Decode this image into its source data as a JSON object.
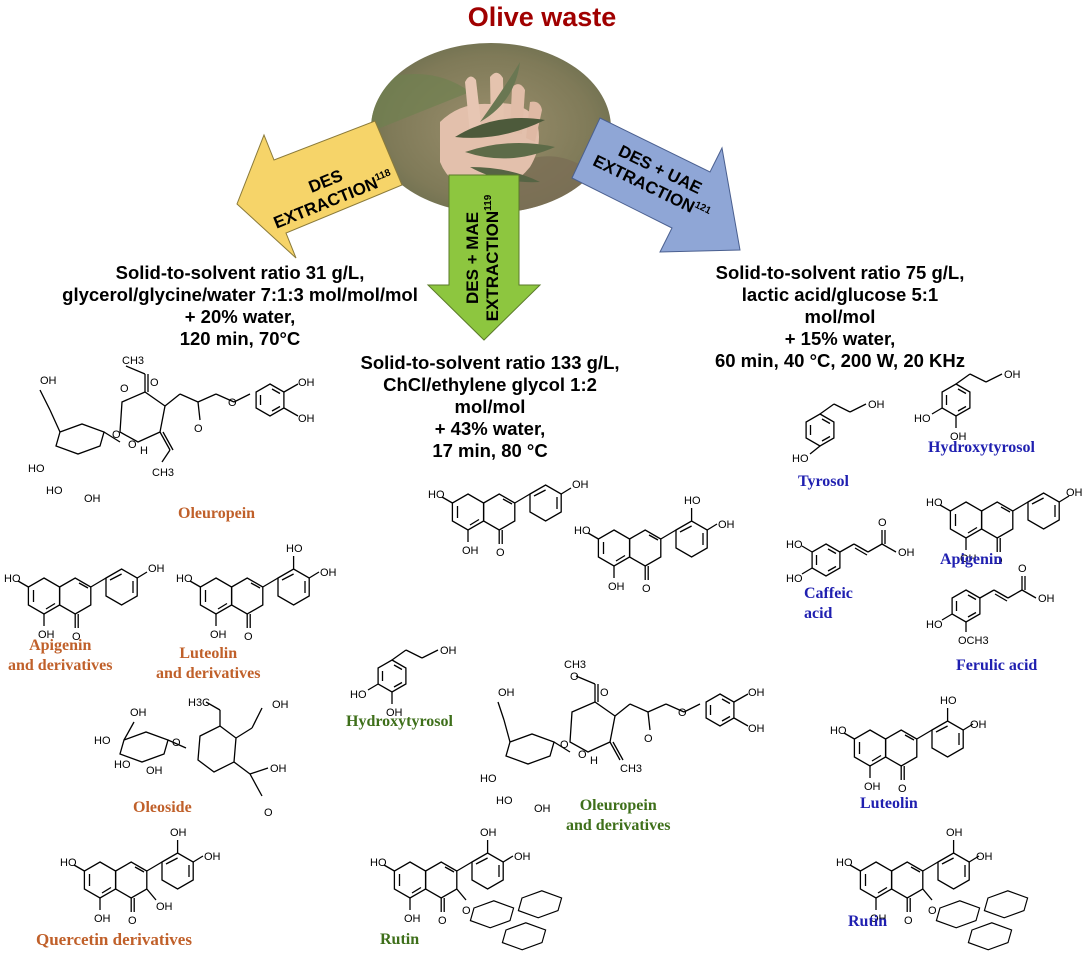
{
  "title": "Olive waste",
  "colors": {
    "title": "#a00000",
    "des_arrow": "#f6d469",
    "mae_arrow": "#8dc63f",
    "uae_arrow": "#8fa6d6",
    "left_compounds": "#c0602a",
    "middle_compounds": "#3e6f1a",
    "right_compounds": "#1f1fb0"
  },
  "arrows": {
    "des": {
      "line1": "DES",
      "line2": "EXTRACTION",
      "ref": "118"
    },
    "mae": {
      "line1": "DES + MAE",
      "line2": "EXTRACTION",
      "ref": "119"
    },
    "uae": {
      "line1": "DES + UAE",
      "line2": "EXTRACTION",
      "ref": "121"
    }
  },
  "conditions": {
    "left": [
      "Solid-to-solvent ratio 31 g/L,",
      "glycerol/glycine/water 7:1:3 mol/mol/mol",
      "+ 20% water,",
      "120 min, 70°C"
    ],
    "middle": [
      "Solid-to-solvent ratio 133 g/L,",
      "ChCl/ethylene glycol 1:2",
      "mol/mol",
      "+ 43% water,",
      "17 min, 80 °C"
    ],
    "right": [
      "Solid-to-solvent ratio 75 g/L,",
      "lactic acid/glucose 5:1",
      "mol/mol",
      "+ 15% water,",
      "60 min, 40 °C, 200 W, 20 KHz"
    ]
  },
  "compounds": {
    "left": {
      "oleuropein": "Oleuropein",
      "apigenin": [
        "Apigenin",
        "and derivatives"
      ],
      "luteolin": [
        "Luteolin",
        "and derivatives"
      ],
      "oleoside": "Oleoside",
      "quercetin": "Quercetin derivatives"
    },
    "middle": {
      "hydroxytyrosol": "Hydroxytyrosol",
      "oleuropein": [
        "Oleuropein",
        "and derivatives"
      ],
      "rutin": "Rutin"
    },
    "right": {
      "tyrosol": "Tyrosol",
      "hydroxytyrosol": "Hydroxytyrosol",
      "caffeic": [
        "Caffeic",
        "acid"
      ],
      "apigenin": "Apigenin",
      "ferulic": "Ferulic acid",
      "luteolin": "Luteolin",
      "rutin": "Rutin"
    }
  },
  "atoms": {
    "oh": "OH",
    "ho": "HO",
    "o": "O",
    "h": "H",
    "ch3": "CH3",
    "h3c": "H3C",
    "och3": "OCH3"
  }
}
